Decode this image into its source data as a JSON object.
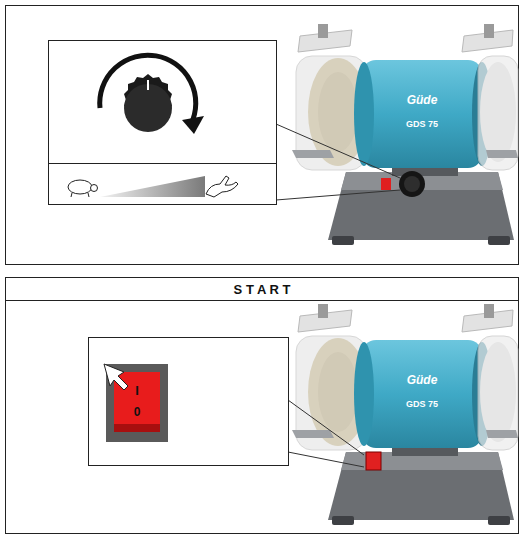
{
  "diagram": {
    "nodes": [
      {
        "text": [
          "S T A R T"
        ]
      }
    ],
    "labels": [
      "Güde",
      "GDS 75",
      "I",
      "0",
      "Güde",
      "GDS 75"
    ]
  }
}
